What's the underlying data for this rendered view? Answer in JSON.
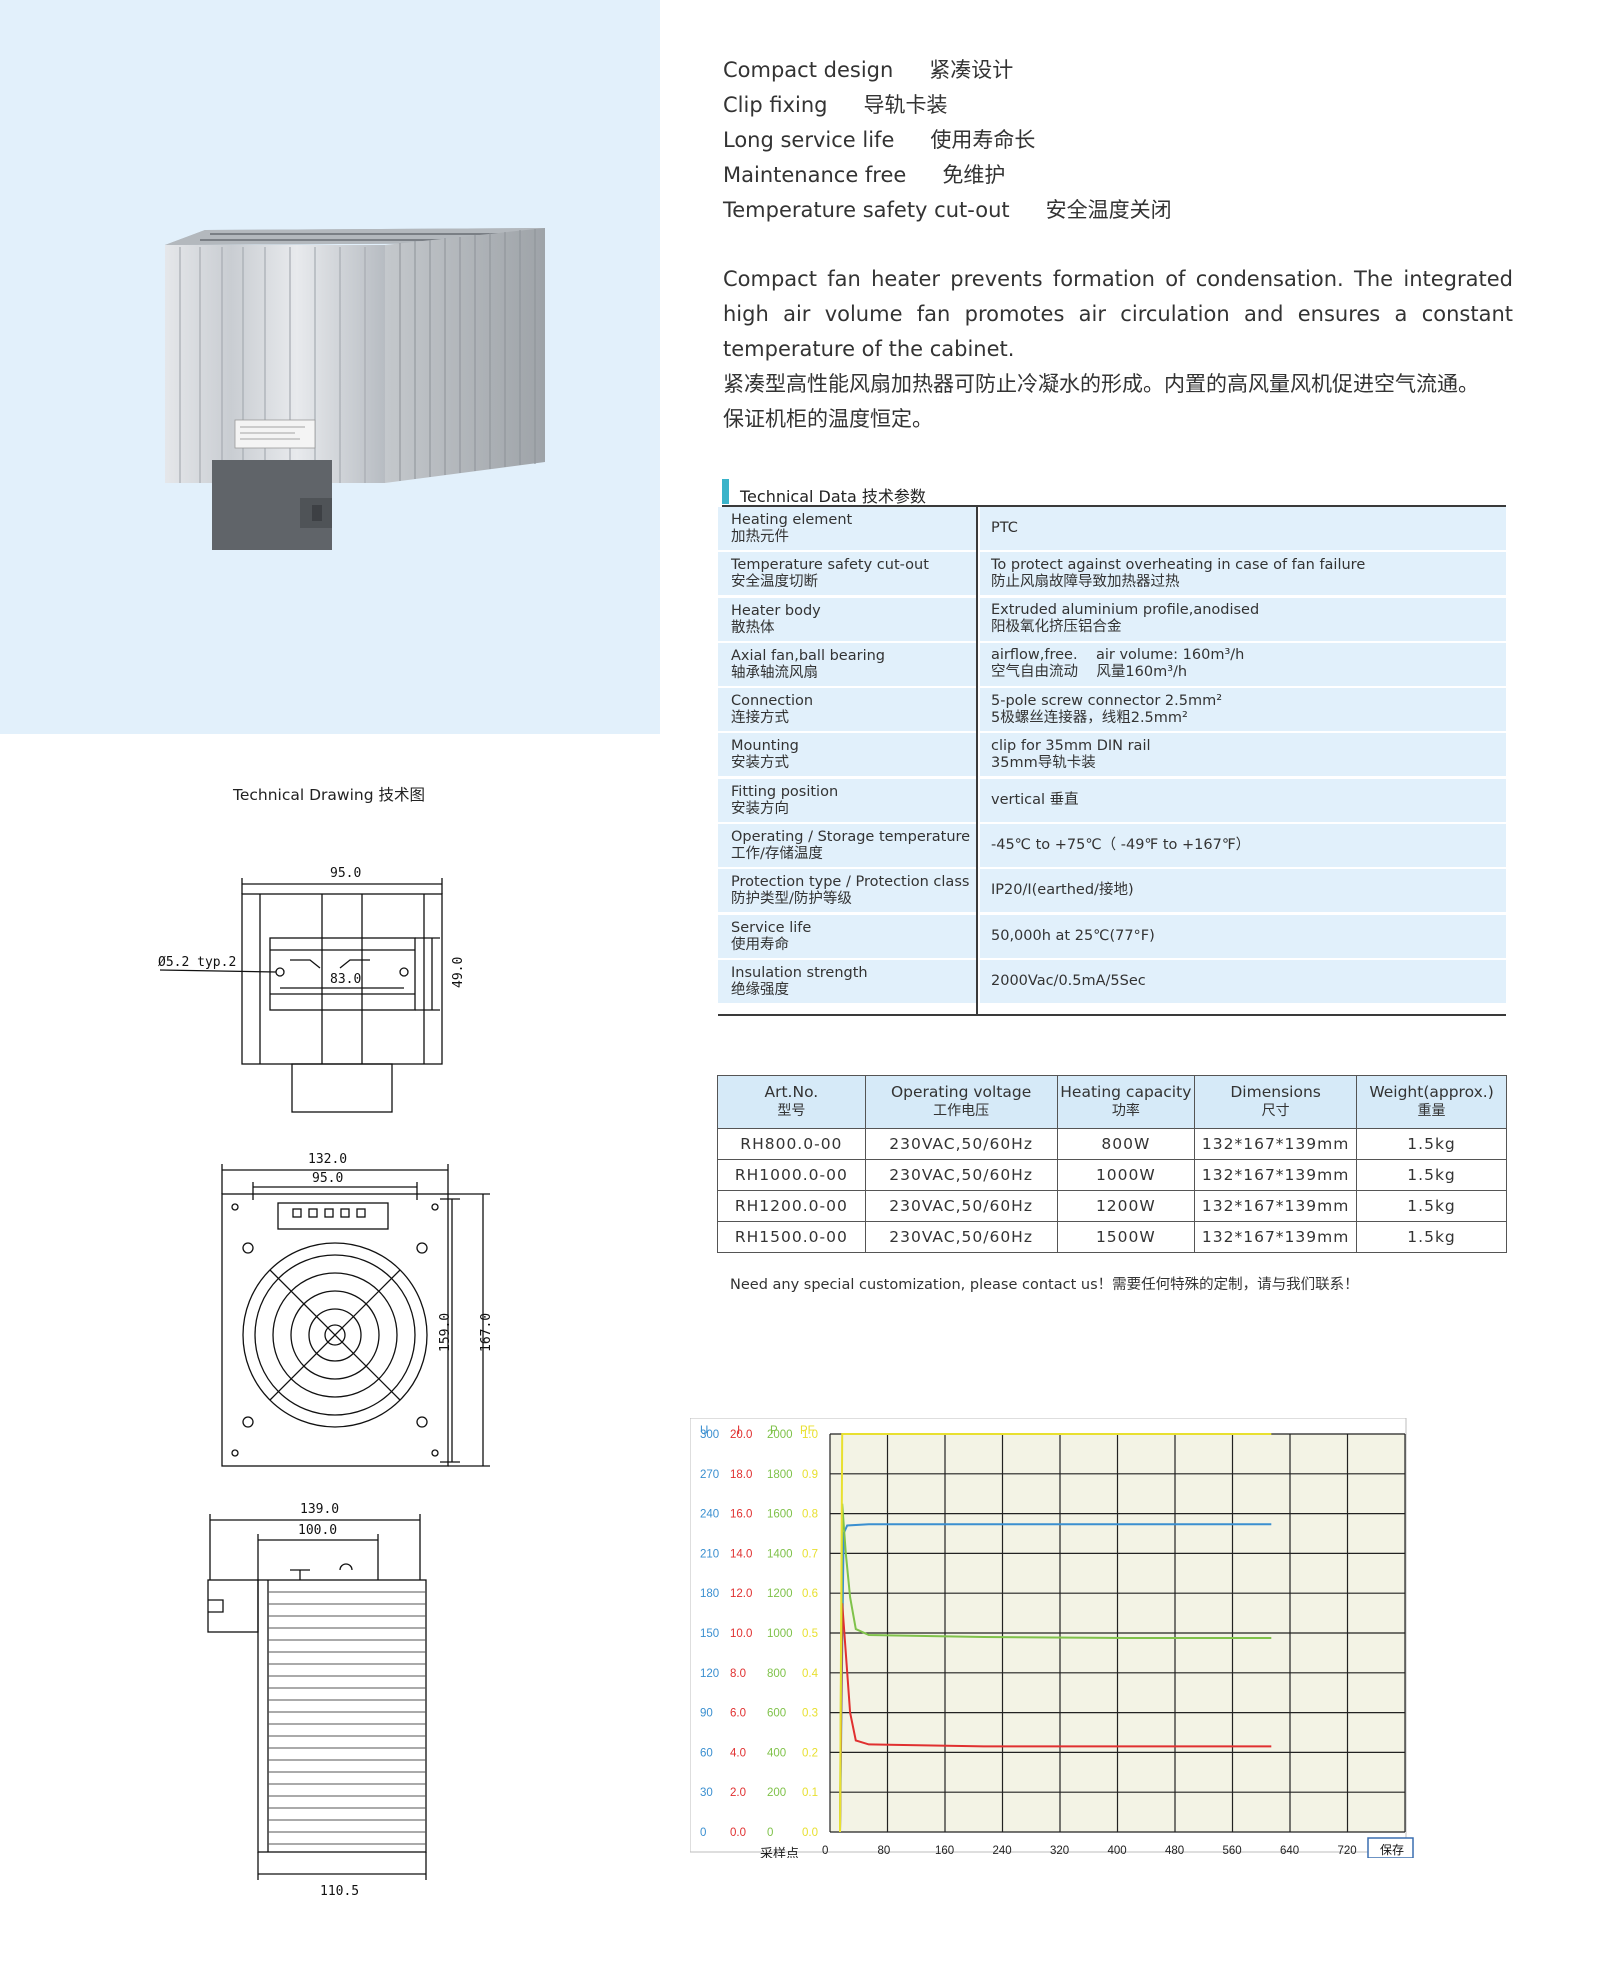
{
  "features": [
    {
      "en": "Compact design",
      "cn": "紧凑设计"
    },
    {
      "en": "Clip fixing",
      "cn": "导轨卡装"
    },
    {
      "en": "Long service life",
      "cn": "使用寿命长"
    },
    {
      "en": "Maintenance free",
      "cn": "免维护"
    },
    {
      "en": "Temperature safety cut-out",
      "cn": "安全温度关闭"
    }
  ],
  "description": {
    "en": "Compact fan heater prevents formation of condensation. The integrated high air volume fan promotes air circulation and ensures a constant temperature of the cabinet.",
    "cn_line1": "紧凑型高性能风扇加热器可防止冷凝水的形成。内置的高风量风机促进空气流通。",
    "cn_line2": "保证机柜的温度恒定。"
  },
  "technical_data": {
    "title": "Technical Data 技术参数",
    "rows": [
      {
        "label_en": "Heating element",
        "label_cn": "加热元件",
        "value_1": "PTC",
        "value_2": ""
      },
      {
        "label_en": "Temperature safety cut-out",
        "label_cn": "安全温度切断",
        "value_1": "To protect against overheating in case of fan failure",
        "value_2": "防止风扇故障导致加热器过热"
      },
      {
        "label_en": "Heater body",
        "label_cn": "散热体",
        "value_1": "Extruded aluminium  profile,anodised",
        "value_2": "阳极氧化挤压铝合金"
      },
      {
        "label_en": "Axial fan,ball bearing",
        "label_cn": "轴承轴流风扇",
        "value_1": "airflow,free.    air volume: 160m³/h",
        "value_2": "空气自由流动    风量160m³/h"
      },
      {
        "label_en": "Connection",
        "label_cn": "连接方式",
        "value_1": "5-pole screw connector 2.5mm²",
        "value_2": "5极螺丝连接器，线粗2.5mm²"
      },
      {
        "label_en": "Mounting",
        "label_cn": "安装方式",
        "value_1": "clip for 35mm DIN rail",
        "value_2": "35mm导轨卡装"
      },
      {
        "label_en": "Fitting position",
        "label_cn": "安装方向",
        "value_1": "vertical 垂直",
        "value_2": ""
      },
      {
        "label_en": "Operating / Storage temperature",
        "label_cn": "工作/存储温度",
        "value_1": "-45℃ to +75℃（ -49℉ to +167℉）",
        "value_2": ""
      },
      {
        "label_en": "Protection type / Protection class",
        "label_cn": "防护类型/防护等级",
        "value_1": "IP20/I(earthed/接地)",
        "value_2": ""
      },
      {
        "label_en": "Service life",
        "label_cn": "使用寿命",
        "value_1": "50,000h at 25℃(77°F)",
        "value_2": ""
      },
      {
        "label_en": "Insulation strength",
        "label_cn": "绝缘强度",
        "value_1": "2000Vac/0.5mA/5Sec",
        "value_2": ""
      }
    ]
  },
  "art_table": {
    "headers": [
      {
        "en": "Art.No.",
        "cn": "型号"
      },
      {
        "en": "Operating voltage",
        "cn": "工作电压"
      },
      {
        "en": "Heating capacity",
        "cn": "功率"
      },
      {
        "en": "Dimensions",
        "cn": "尺寸"
      },
      {
        "en": "Weight(approx.)",
        "cn": "重量"
      }
    ],
    "rows": [
      [
        "RH800.0-00",
        "230VAC,50/60Hz",
        "800W",
        "132*167*139mm",
        "1.5kg"
      ],
      [
        "RH1000.0-00",
        "230VAC,50/60Hz",
        "1000W",
        "132*167*139mm",
        "1.5kg"
      ],
      [
        "RH1200.0-00",
        "230VAC,50/60Hz",
        "1200W",
        "132*167*139mm",
        "1.5kg"
      ],
      [
        "RH1500.0-00",
        "230VAC,50/60Hz",
        "1500W",
        "132*167*139mm",
        "1.5kg"
      ]
    ],
    "note": "Need any special customization, please contact us！需要任何特殊的定制，请与我们联系！"
  },
  "drawing": {
    "title": "Technical Drawing 技术图",
    "dims": {
      "top_width": "95.0",
      "hole": "Ø5.2 typ.2",
      "hole_spacing": "83.0",
      "rail_height": "49.0",
      "front_width": "132.0",
      "front_inner": "95.0",
      "front_inner_h": "159.0",
      "front_height": "167.0",
      "side_width": "139.0",
      "side_inner": "100.0",
      "side_bottom": "110.5"
    }
  },
  "chart_data": {
    "type": "line",
    "axis_headers": {
      "u": "U",
      "i": "I",
      "p": "P",
      "pf": "PF"
    },
    "y_ticks_u": [
      "300",
      "270",
      "240",
      "210",
      "180",
      "150",
      "120",
      "90",
      "60",
      "30",
      "0"
    ],
    "y_ticks_i": [
      "20.0",
      "18.0",
      "16.0",
      "14.0",
      "12.0",
      "10.0",
      "8.0",
      "6.0",
      "4.0",
      "2.0",
      "0.0"
    ],
    "y_ticks_p": [
      "2000",
      "1800",
      "1600",
      "1400",
      "1200",
      "1000",
      "800",
      "600",
      "400",
      "200",
      "0"
    ],
    "y_ticks_pf": [
      "1.0",
      "0.9",
      "0.8",
      "0.7",
      "0.6",
      "0.5",
      "0.4",
      "0.3",
      "0.2",
      "0.1",
      "0.0"
    ],
    "x_label": "采样点",
    "x_ticks": [
      "0",
      "80",
      "160",
      "240",
      "320",
      "400",
      "480",
      "560",
      "640",
      "720"
    ],
    "save_button": "保存",
    "colors": {
      "u": "#3a8fd0",
      "i": "#e03030",
      "p": "#7fc24a",
      "pf": "#e8e030",
      "grid": "#222222",
      "bg": "#f3f3e5"
    },
    "series": [
      {
        "key": "u",
        "x": [
          0,
          5,
          10,
          40,
          200,
          400,
          600
        ],
        "y": [
          0,
          225,
          231,
          232,
          232,
          232,
          232
        ]
      },
      {
        "key": "i",
        "x": [
          0,
          3,
          8,
          14,
          22,
          40,
          200,
          400,
          600
        ],
        "y": [
          0,
          11.5,
          9.0,
          6.0,
          4.6,
          4.4,
          4.3,
          4.3,
          4.3
        ]
      },
      {
        "key": "p",
        "x": [
          0,
          3,
          8,
          14,
          22,
          40,
          200,
          400,
          600
        ],
        "y": [
          0,
          1650,
          1400,
          1180,
          1020,
          990,
          980,
          975,
          975
        ]
      },
      {
        "key": "pf",
        "x": [
          0,
          3,
          10,
          600
        ],
        "y": [
          0,
          1.0,
          1.0,
          1.0
        ]
      }
    ],
    "xlim": [
      0,
      800
    ],
    "ylim_u": [
      0,
      300
    ]
  }
}
